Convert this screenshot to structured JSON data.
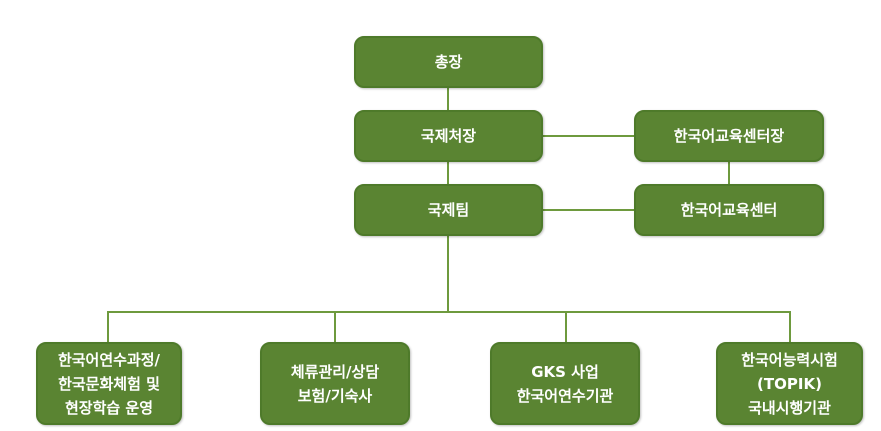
{
  "nodes": {
    "president": "총장",
    "intl_director": "국제처장",
    "intl_team": "국제팀",
    "klc_director": "한국어교육센터장",
    "klc": "한국어교육센터",
    "korean_program": [
      "한국어연수과정/",
      "한국문화체험 및",
      "현장학습 운영"
    ],
    "visa_counsel": [
      "체류관리/상담",
      "보험/기숙사"
    ],
    "gks": [
      "GKS 사업",
      "한국어연수기관"
    ],
    "topik": [
      "한국어능력시험",
      "(TOPIK)",
      "국내시행기관"
    ]
  },
  "colors": {
    "box": "#5a8432",
    "line": "#6e9a3e"
  }
}
